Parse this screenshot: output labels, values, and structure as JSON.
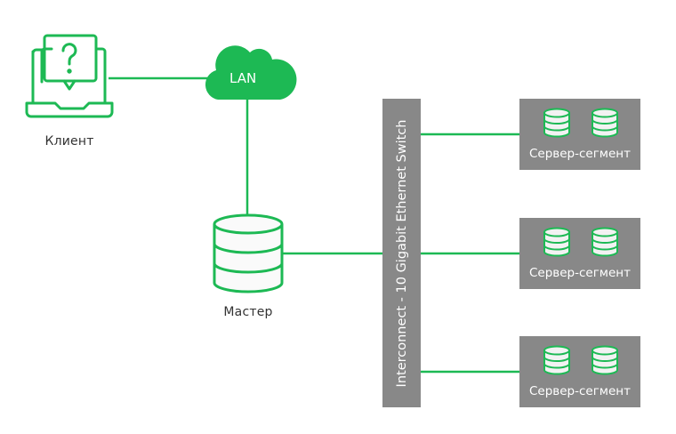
{
  "colors": {
    "accent": "#1db954",
    "box": "#888888",
    "text": "#333333"
  },
  "nodes": {
    "client": {
      "label": "Клиент",
      "icon": "laptop-question-icon"
    },
    "lan": {
      "label": "LAN",
      "icon": "cloud-icon"
    },
    "master": {
      "label": "Мастер",
      "icon": "database-icon"
    },
    "switch": {
      "label": "Interconnect - 10 Gigabit Ethernet Switch"
    },
    "segments": [
      {
        "label": "Сервер-сегмент",
        "icon": "database-icon"
      },
      {
        "label": "Сервер-сегмент",
        "icon": "database-icon"
      },
      {
        "label": "Сервер-сегмент",
        "icon": "database-icon"
      }
    ]
  }
}
